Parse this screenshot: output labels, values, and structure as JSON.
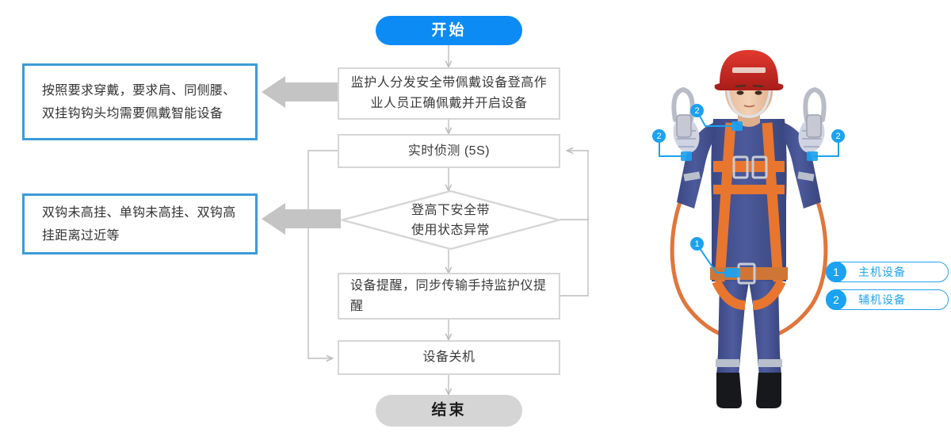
{
  "flow": {
    "start": "开始",
    "end": "结束",
    "steps": [
      {
        "id": "distribute",
        "text": "监护人分发安全带佩戴设备登高作业人员正确佩戴并开启设备"
      },
      {
        "id": "detect",
        "text": "实时侦测 (5S)"
      },
      {
        "id": "decision",
        "line1": "登高下安全带",
        "line2": "使用状态异常"
      },
      {
        "id": "alert",
        "text": "设备提醒，同步传输手持监护仪提醒"
      },
      {
        "id": "shutdown",
        "text": "设备关机"
      }
    ]
  },
  "callouts": [
    {
      "id": "wear-requirement",
      "text": "按照要求穿戴，要求肩、同侧腰、双挂钩钩头均需要佩戴智能设备"
    },
    {
      "id": "abnormal-states",
      "text": "双钩未高挂、单钩未高挂、双钩高挂距离过近等"
    }
  ],
  "legend": {
    "items": [
      {
        "number": "1",
        "label": "主机设备"
      },
      {
        "number": "2",
        "label": "辅机设备"
      }
    ]
  },
  "worker": {
    "alt": "高空作业人员佩戴安全带与智能设备示意图",
    "markers": [
      {
        "number": "2",
        "position": "left-hook"
      },
      {
        "number": "2",
        "position": "left-shoulder"
      },
      {
        "number": "2",
        "position": "right-hook"
      },
      {
        "number": "1",
        "position": "waist"
      }
    ]
  },
  "colors": {
    "accent_blue": "#0d8bf5",
    "legend_blue": "#1ba2f1",
    "callout_border": "#3d9bd6",
    "node_border": "#d6d6d6",
    "arrow_gray": "#bdbdbd",
    "block_arrow": "#c4c4c4",
    "end_fill": "#d5d5d5",
    "text": "#3a3a3a"
  }
}
